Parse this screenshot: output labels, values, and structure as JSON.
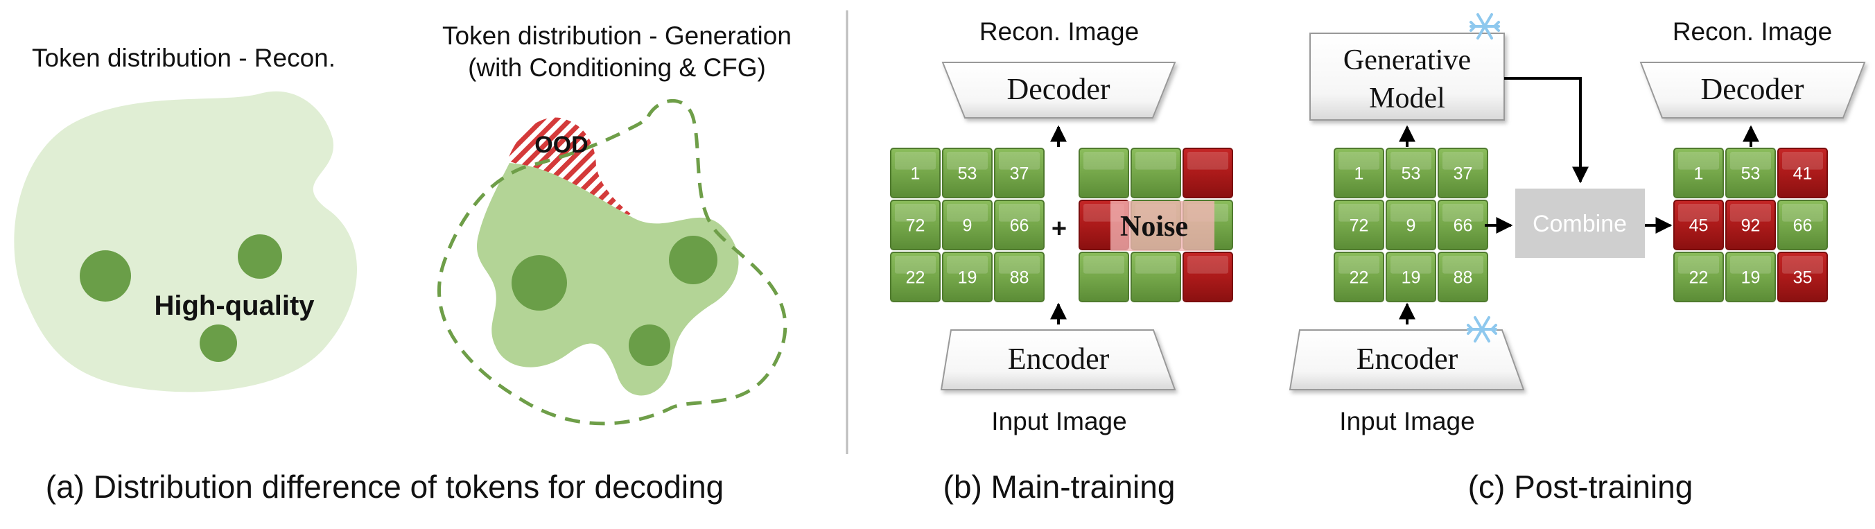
{
  "panel_a": {
    "recon_title": "Token distribution - Recon.",
    "gen_title_line1": "Token distribution - Generation",
    "gen_title_line2": "(with Conditioning & CFG)",
    "ood_label": "OOD",
    "hq_label": "High-quality",
    "caption": "(a) Distribution difference of tokens for decoding"
  },
  "panel_b": {
    "recon_image_label": "Recon. Image",
    "decoder_label": "Decoder",
    "encoder_label": "Encoder",
    "input_image_label": "Input Image",
    "plus_label": "+",
    "noise_label": "Noise",
    "grid_tokens": [
      "1",
      "53",
      "37",
      "72",
      "9",
      "66",
      "22",
      "19",
      "88"
    ],
    "noise_grid_red": [
      false,
      false,
      true,
      true,
      false,
      false,
      false,
      false,
      true
    ],
    "caption": "(b) Main-training"
  },
  "panel_c": {
    "generative_line1": "Generative",
    "generative_line2": "Model",
    "encoder_label": "Encoder",
    "input_image_label": "Input Image",
    "combine_label": "Combine",
    "recon_image_label": "Recon. Image",
    "decoder_label": "Decoder",
    "input_tokens": [
      "1",
      "53",
      "37",
      "72",
      "9",
      "66",
      "22",
      "19",
      "88"
    ],
    "output_tokens": [
      "1",
      "53",
      "41",
      "45",
      "92",
      "66",
      "22",
      "19",
      "35"
    ],
    "output_red": [
      false,
      false,
      true,
      true,
      true,
      false,
      false,
      false,
      true
    ],
    "caption": "(c) Post-training"
  },
  "colors": {
    "green_cell": "#76a84a",
    "red_cell": "#b21c1c",
    "light_blob": "#e0eed4",
    "mid_blob": "#b3d496",
    "dot": "#6a9e48",
    "dashed": "#6e9e48",
    "combine_box": "#cfcfcf",
    "snow": "#8ec8ee"
  }
}
